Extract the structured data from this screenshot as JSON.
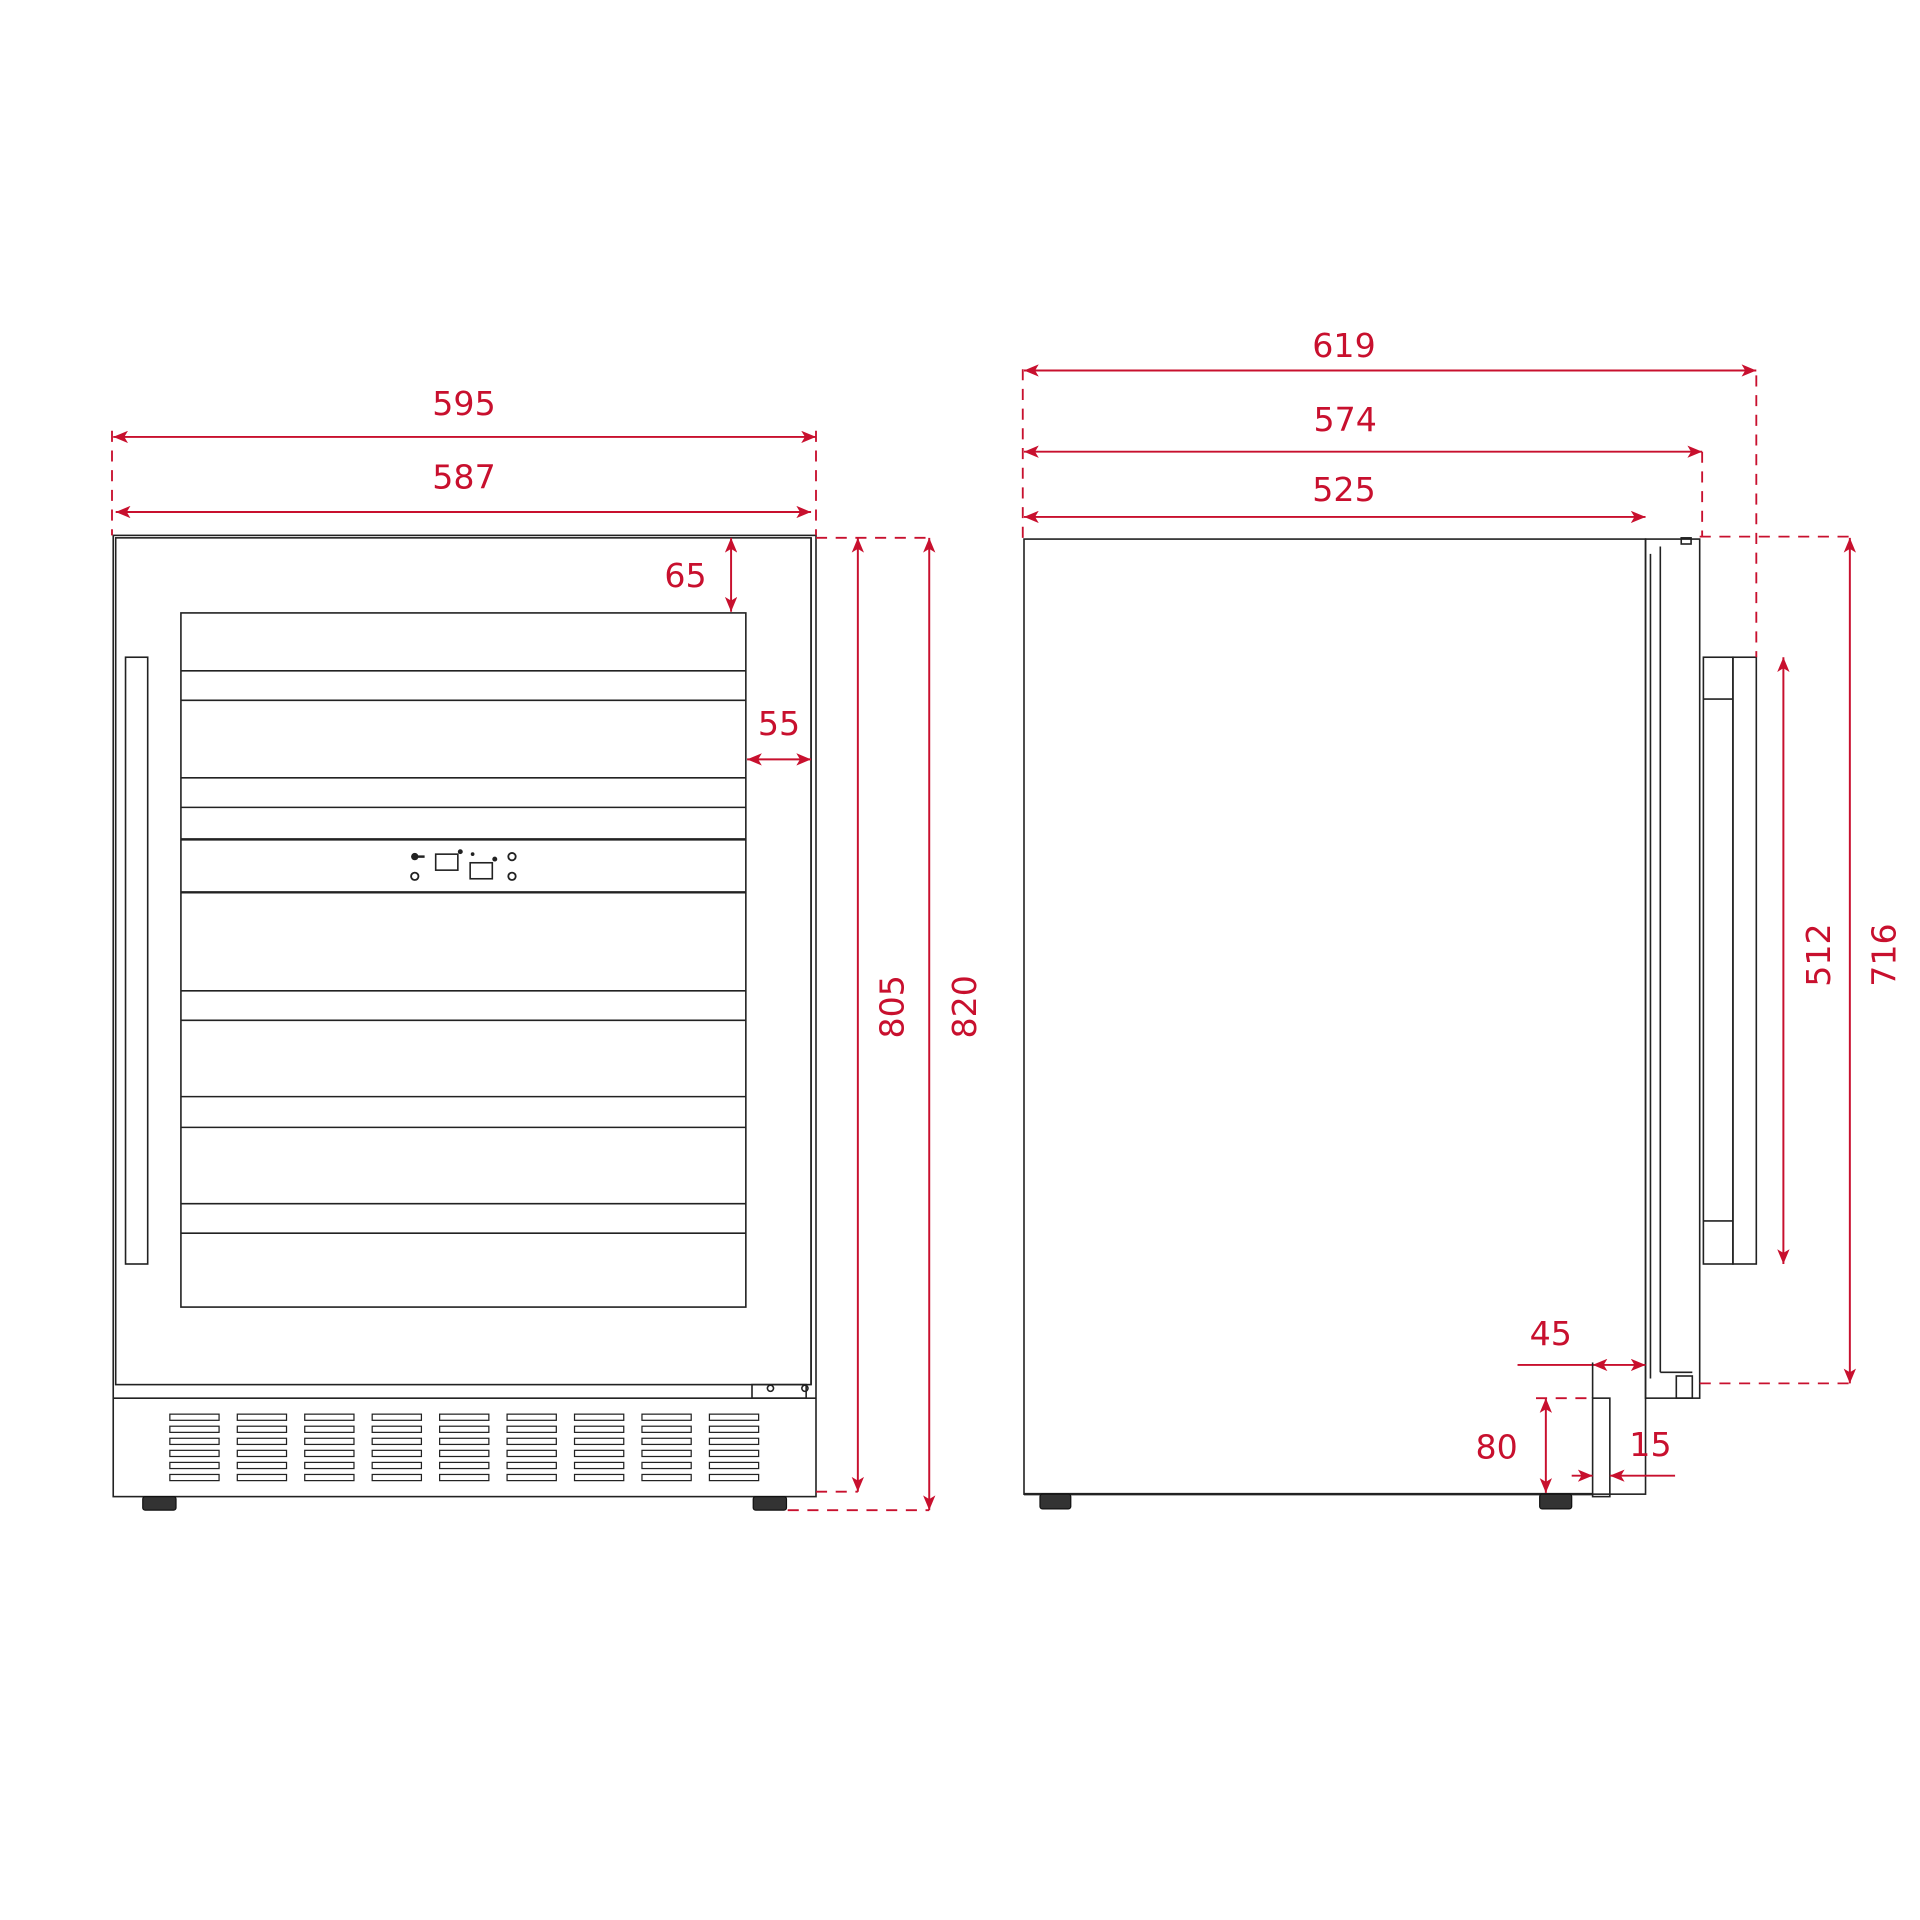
{
  "title": "Wine cooler dimension drawing",
  "color_accent": "#c8102e",
  "front_view": {
    "width_total": "595",
    "width_door": "587",
    "top_margin": "65",
    "side_margin": "55",
    "height_body": "805",
    "height_total": "820"
  },
  "side_view": {
    "depth_total": "619",
    "depth_with_door": "574",
    "depth_body": "525",
    "door_height": "716",
    "handle_length": "512",
    "plinth_setback": "45",
    "plinth_height": "80",
    "plinth_thickness": "15"
  }
}
